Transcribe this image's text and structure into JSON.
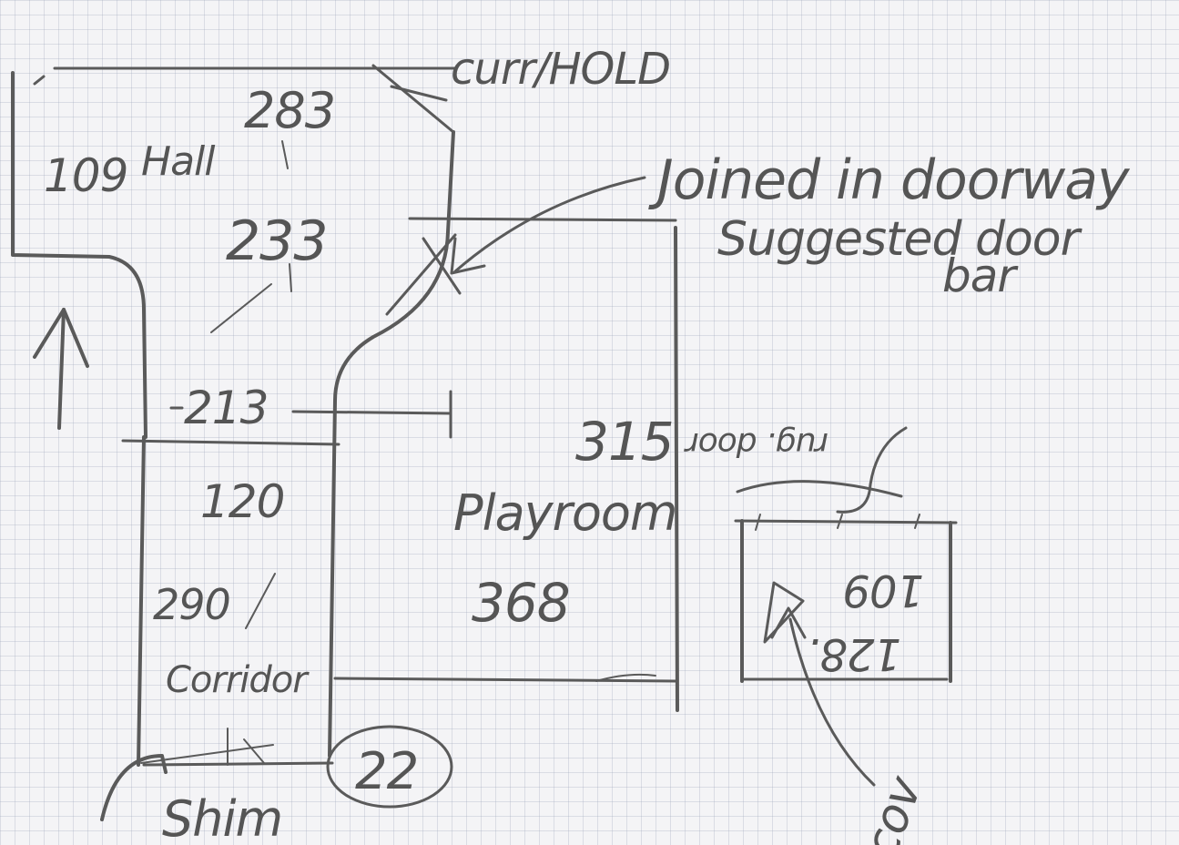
{
  "labels": {
    "hall_width": "109",
    "hall_name": "Hall",
    "hall_dim_top": "283",
    "hall_dim_mid": "233",
    "hall_dim_low": "213",
    "corridor_width": "120",
    "corridor_length": "290",
    "corridor_name": "Corridor",
    "corridor_end": "22",
    "shim_label": "Shim",
    "playroom_name": "Playroom",
    "playroom_depth": "315",
    "playroom_width": "368",
    "door_note_1": "Joined in doorway",
    "door_note_2": "Suggested door",
    "door_note_3": "bar",
    "cupboard_top": "curr/HOLD",
    "small_room_a": "109",
    "small_room_b": "128.",
    "small_room_note": "rug. door",
    "cupboard_arrow_label": "cov"
  }
}
